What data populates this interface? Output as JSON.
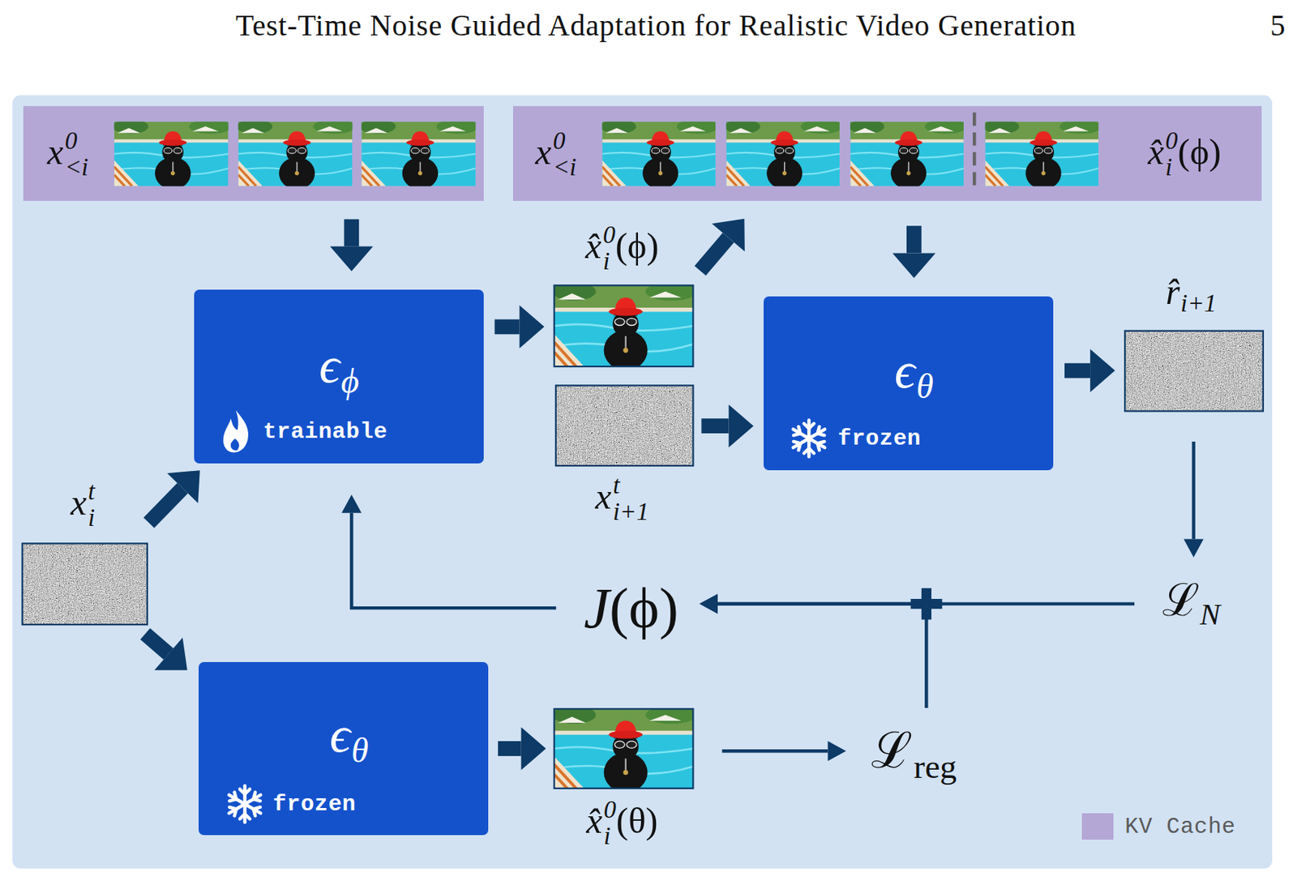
{
  "diagram": {
    "nodes": [
      {
        "text": [
          "x0<i"
        ]
      },
      {
        "text": [
          "x0<i",
          "x̂0i(ϕ)"
        ]
      },
      {
        "text": [
          "ϵϕ",
          "trainable"
        ]
      },
      {
        "text": [
          "x̂0i(ϕ)"
        ]
      },
      {
        "text": [
          "ϵθ",
          "frozen"
        ]
      },
      {
        "text": [
          "r̂i+1"
        ]
      },
      {
        "text": [
          "xti+1"
        ]
      },
      {
        "text": [
          "xti"
        ]
      },
      {
        "text": [
          "ℒN"
        ]
      },
      {
        "text": [
          "J(ϕ)"
        ]
      },
      {
        "text": [
          "ϵθ",
          "frozen"
        ]
      },
      {
        "text": [
          "x̂0i(θ)"
        ]
      },
      {
        "text": [
          "ℒreg"
        ]
      }
    ],
    "edges": [
      {
        "from": 0,
        "to": 2,
        "arrow": "to"
      },
      {
        "from": 2,
        "to": 3,
        "arrow": "to"
      },
      {
        "from": 3,
        "to": 1,
        "arrow": "to"
      },
      {
        "from": 1,
        "to": 4,
        "arrow": "to"
      },
      {
        "from": 6,
        "to": 4,
        "arrow": "to"
      },
      {
        "from": 4,
        "to": 5,
        "arrow": "to"
      },
      {
        "from": 5,
        "to": 8,
        "arrow": "to"
      },
      {
        "from": 8,
        "to": 9,
        "arrow": "to"
      },
      {
        "from": 12,
        "to": 9,
        "arrow": "to"
      },
      {
        "from": 9,
        "to": 2,
        "arrow": "to"
      },
      {
        "from": 7,
        "to": 2,
        "arrow": "to"
      },
      {
        "from": 7,
        "to": 10,
        "arrow": "to"
      },
      {
        "from": 10,
        "to": 11,
        "arrow": "to"
      },
      {
        "from": 11,
        "to": 12,
        "arrow": "to"
      }
    ],
    "labels": [
      "Test-Time Noise Guided Adaptation for Realistic Video Generation",
      "5"
    ],
    "legend": [
      {
        "text": "KV Cache",
        "color": "#b4a7d6"
      }
    ]
  }
}
